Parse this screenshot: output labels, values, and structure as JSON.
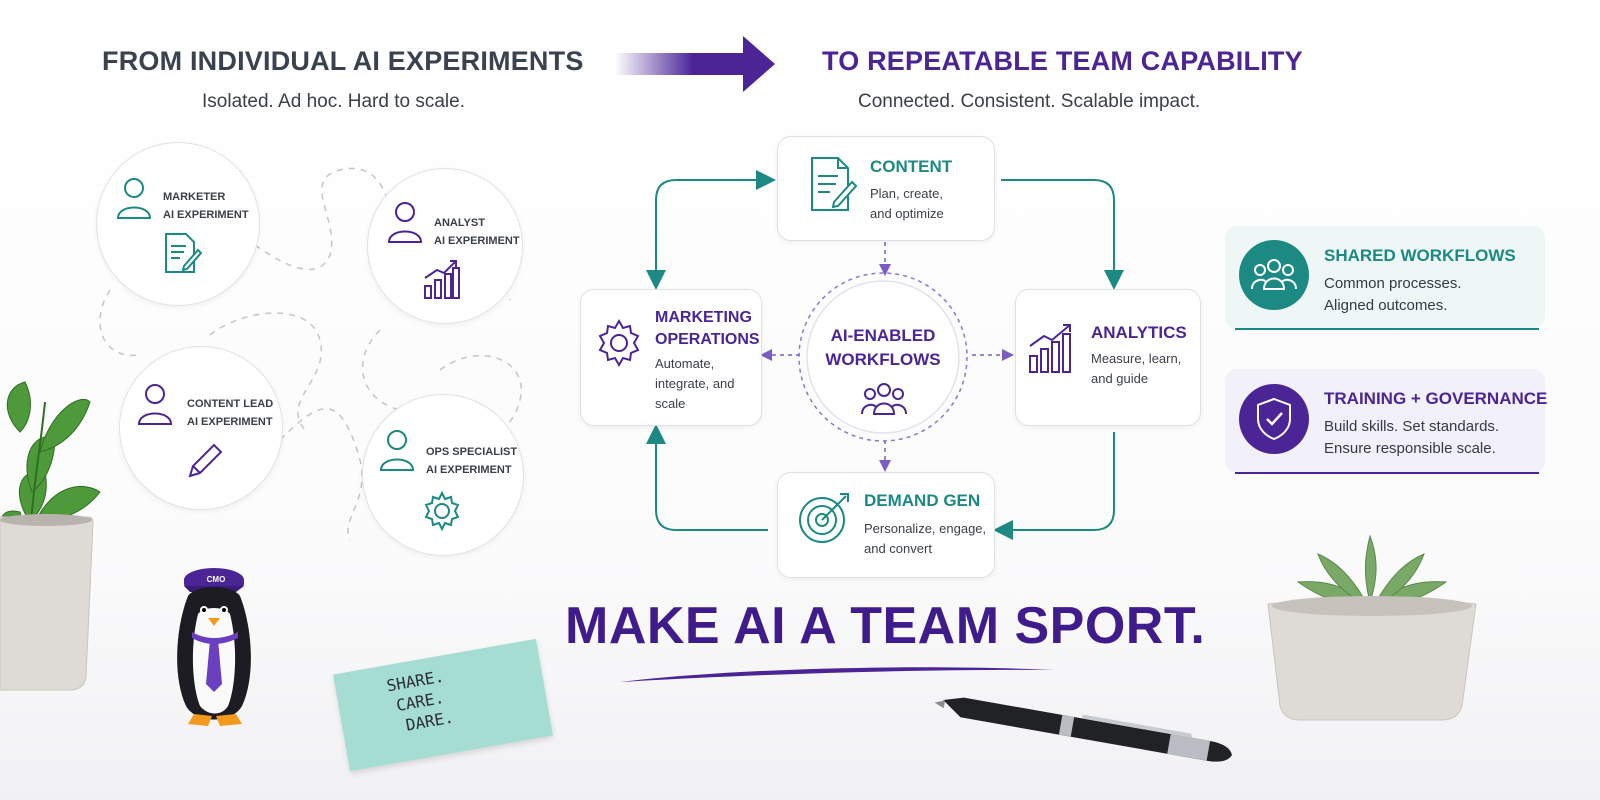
{
  "left": {
    "heading": "FROM INDIVIDUAL AI EXPERIMENTS",
    "subheading": "Isolated. Ad hoc. Hard to scale.",
    "experiments": [
      {
        "role": "MARKETER",
        "label": "AI EXPERIMENT",
        "icon": "document-pencil-icon"
      },
      {
        "role": "ANALYST",
        "label": "AI EXPERIMENT",
        "icon": "bar-chart-icon"
      },
      {
        "role": "CONTENT LEAD",
        "label": "AI EXPERIMENT",
        "icon": "pencil-icon"
      },
      {
        "role": "OPS SPECIALIST",
        "label": "AI EXPERIMENT",
        "icon": "gear-icon"
      }
    ]
  },
  "right": {
    "heading": "TO REPEATABLE TEAM CAPABILITY",
    "subheading": "Connected. Consistent. Scalable impact."
  },
  "hub": {
    "center": {
      "line1": "AI-ENABLED",
      "line2": "WORKFLOWS",
      "icon": "team-icon"
    },
    "content": {
      "title": "CONTENT",
      "desc1": "Plan, create,",
      "desc2": "and optimize",
      "icon": "document-pencil-icon"
    },
    "marketing_ops": {
      "title1": "MARKETING",
      "title2": "OPERATIONS",
      "desc1": "Automate,",
      "desc2": "integrate, and",
      "desc3": "scale",
      "icon": "gear-icon"
    },
    "analytics": {
      "title": "ANALYTICS",
      "desc1": "Measure, learn,",
      "desc2": "and guide",
      "icon": "bar-chart-icon"
    },
    "demand_gen": {
      "title": "DEMAND GEN",
      "desc1": "Personalize, engage,",
      "desc2": "and convert",
      "icon": "target-icon"
    }
  },
  "cards": {
    "shared": {
      "title": "SHARED WORKFLOWS",
      "desc1": "Common processes.",
      "desc2": "Aligned outcomes.",
      "icon": "team-icon"
    },
    "training": {
      "title": "TRAINING + GOVERNANCE",
      "desc1": "Build skills. Set standards.",
      "desc2": "Ensure responsible scale.",
      "icon": "shield-check-icon"
    }
  },
  "slogan": "MAKE AI A TEAM SPORT.",
  "sticky_note": {
    "line1": "SHARE.",
    "line2": "CARE.",
    "line3": "DARE."
  },
  "penguin_hat": "CMO",
  "colors": {
    "teal": "#1c8a82",
    "purple": "#4b2596",
    "slogan": "#3f1b8c"
  }
}
